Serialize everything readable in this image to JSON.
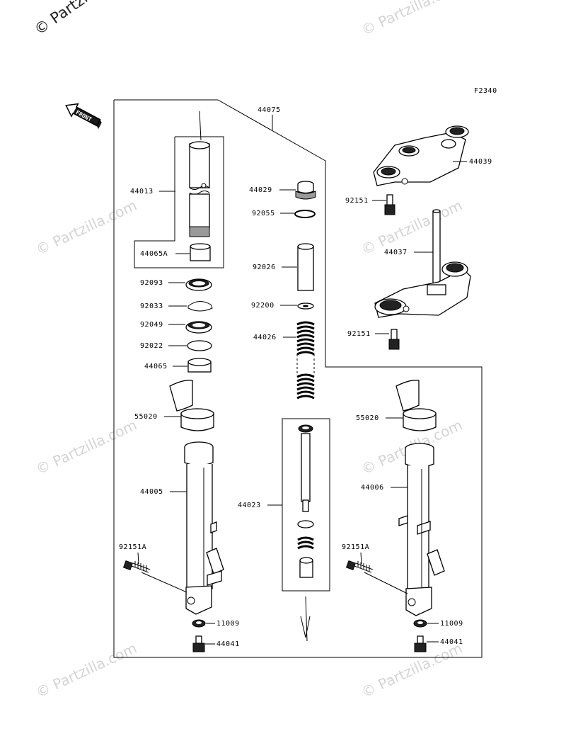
{
  "watermarks": {
    "top_left": "© Partzilla",
    "repeat": "© Partzilla.com"
  },
  "diagram": {
    "code": "F2340",
    "front_label": "FRONT",
    "parts": {
      "p44075": "44075",
      "p44013": "44013",
      "p44065A": "44065A",
      "p44029": "44029",
      "p92055": "92055",
      "p92026": "92026",
      "p92200": "92200",
      "p44026": "44026",
      "p92093": "92093",
      "p92033": "92033",
      "p92049": "92049",
      "p92022": "92022",
      "p44065": "44065",
      "p44039": "44039",
      "p92151_top": "92151",
      "p44037": "44037",
      "p92151_mid": "92151",
      "p55020_left": "55020",
      "p55020_right": "55020",
      "p44005": "44005",
      "p44006": "44006",
      "p44023": "44023",
      "p92151A_left": "92151A",
      "p92151A_right": "92151A",
      "p11009_left": "11009",
      "p11009_right": "11009",
      "p44041_left": "44041",
      "p44041_right": "44041"
    }
  }
}
